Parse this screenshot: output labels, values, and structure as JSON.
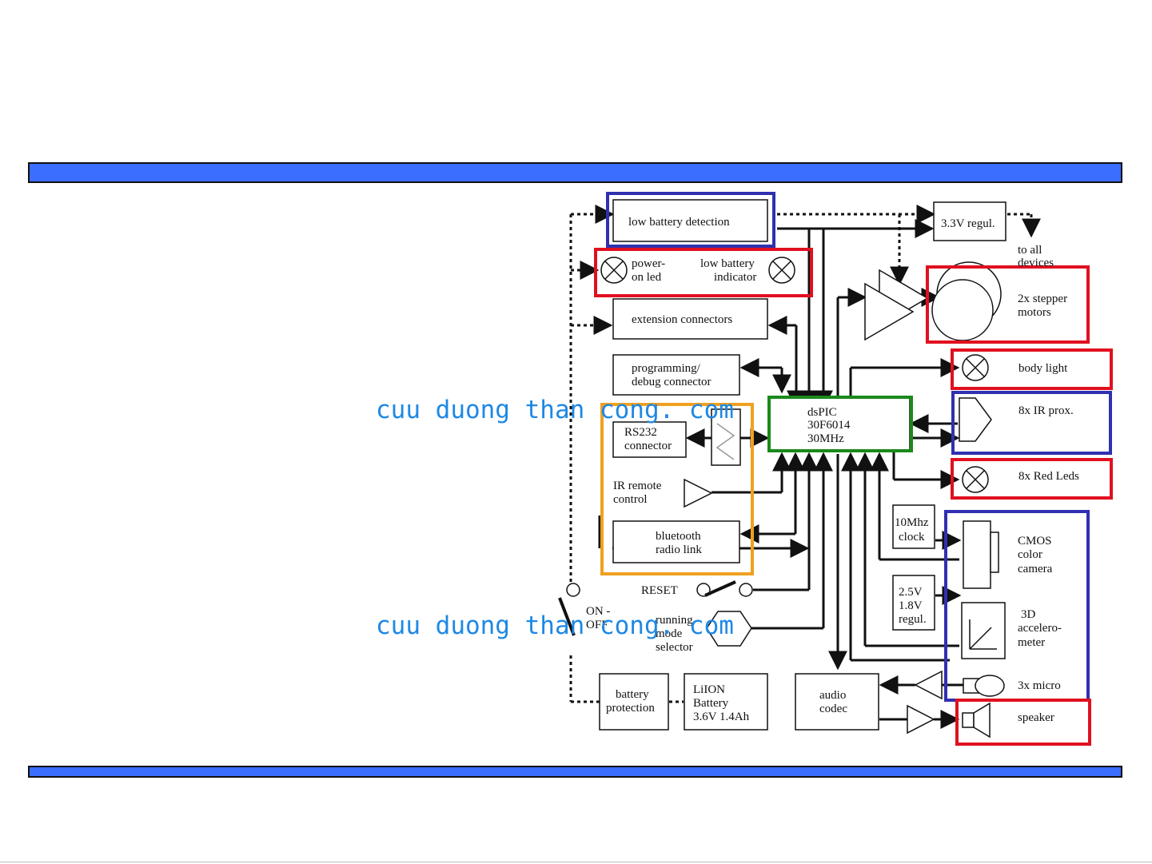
{
  "blocks": {
    "low_battery_detection": "low battery detection",
    "regulator_3v3": "3.3V regul.",
    "to_all_devices_1": "to all",
    "to_all_devices_2": "devices",
    "power_on_led_1": "power-",
    "power_on_led_2": "on led",
    "low_battery_indicator_1": "low battery",
    "low_battery_indicator_2": "indicator",
    "extension_connectors": "extension connectors",
    "programming_1": "programming/",
    "programming_2": "debug connector",
    "stepper_1": "2x stepper",
    "stepper_2": "motors",
    "body_light": "body light",
    "ir_prox": "8x IR prox.",
    "red_leds": "8x Red Leds",
    "dspic_1": "dsPIC",
    "dspic_2": "30F6014",
    "dspic_3": "30MHz",
    "rs232_1": "RS232",
    "rs232_2": "connector",
    "ir_remote_1": "IR remote",
    "ir_remote_2": "control",
    "bluetooth_1": "bluetooth",
    "bluetooth_2": "radio link",
    "clock_1": "10Mhz",
    "clock_2": "clock",
    "regul_1": "2.5V",
    "regul_2": "1.8V",
    "regul_3": "regul.",
    "camera_1": "CMOS",
    "camera_2": "color",
    "camera_3": "camera",
    "accel_1": "3D",
    "accel_2": "accelero-",
    "accel_3": "meter",
    "micro": "3x micro",
    "speaker": "speaker",
    "reset": "RESET",
    "on_off_1": "ON -",
    "on_off_2": "OFF",
    "mode_1": "running",
    "mode_2": "mode",
    "mode_3": "selector",
    "battery_protection_1": "battery",
    "battery_protection_2": "protection",
    "lion_1": "LiION",
    "lion_2": "Battery",
    "lion_3": "3.6V 1.4Ah",
    "audio_1": "audio",
    "audio_2": "codec"
  },
  "watermark": {
    "line1": "cuu duong than cong. com",
    "line2": "cuu duong than cong. com"
  },
  "colors": {
    "bar": "#3b6dff",
    "blue_frame": "#3030b0",
    "red_frame": "#e01020",
    "green_frame": "#1a8a1a",
    "orange_frame": "#f0a020",
    "watermark": "#1e88e5"
  }
}
